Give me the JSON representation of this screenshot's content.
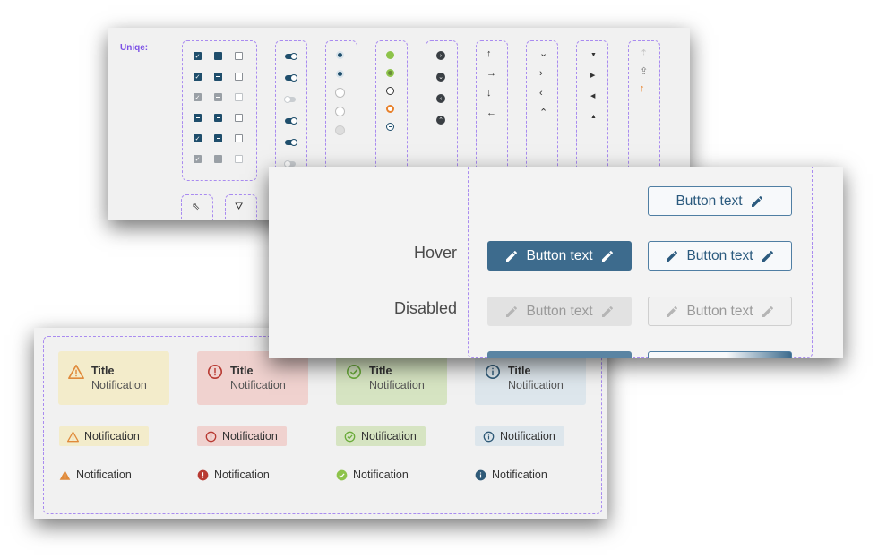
{
  "icon_sheet": {
    "label": "Uniqe:"
  },
  "buttons": {
    "button_text": "Button text",
    "states": [
      "Hover",
      "Disabled"
    ],
    "colors": {
      "primary": "#3d6b8d",
      "outline": "#4f7ea3",
      "disabled": "#e2e2e2"
    }
  },
  "notifications": {
    "title": "Title",
    "message": "Notification",
    "types": [
      {
        "name": "warning",
        "bg": "#f3eccb",
        "accent": "#e08a3a"
      },
      {
        "name": "error",
        "bg": "#f0d2cf",
        "accent": "#b83a32"
      },
      {
        "name": "success",
        "bg": "#d6e4c2",
        "accent": "#6aab3a"
      },
      {
        "name": "info",
        "bg": "#dde6ec",
        "accent": "#2f5a78"
      }
    ]
  },
  "accent_colors": {
    "dashed_border": "#a98bf0",
    "label_purple": "#7b50e6",
    "orange": "#e8802a",
    "green": "#8dc34a"
  }
}
